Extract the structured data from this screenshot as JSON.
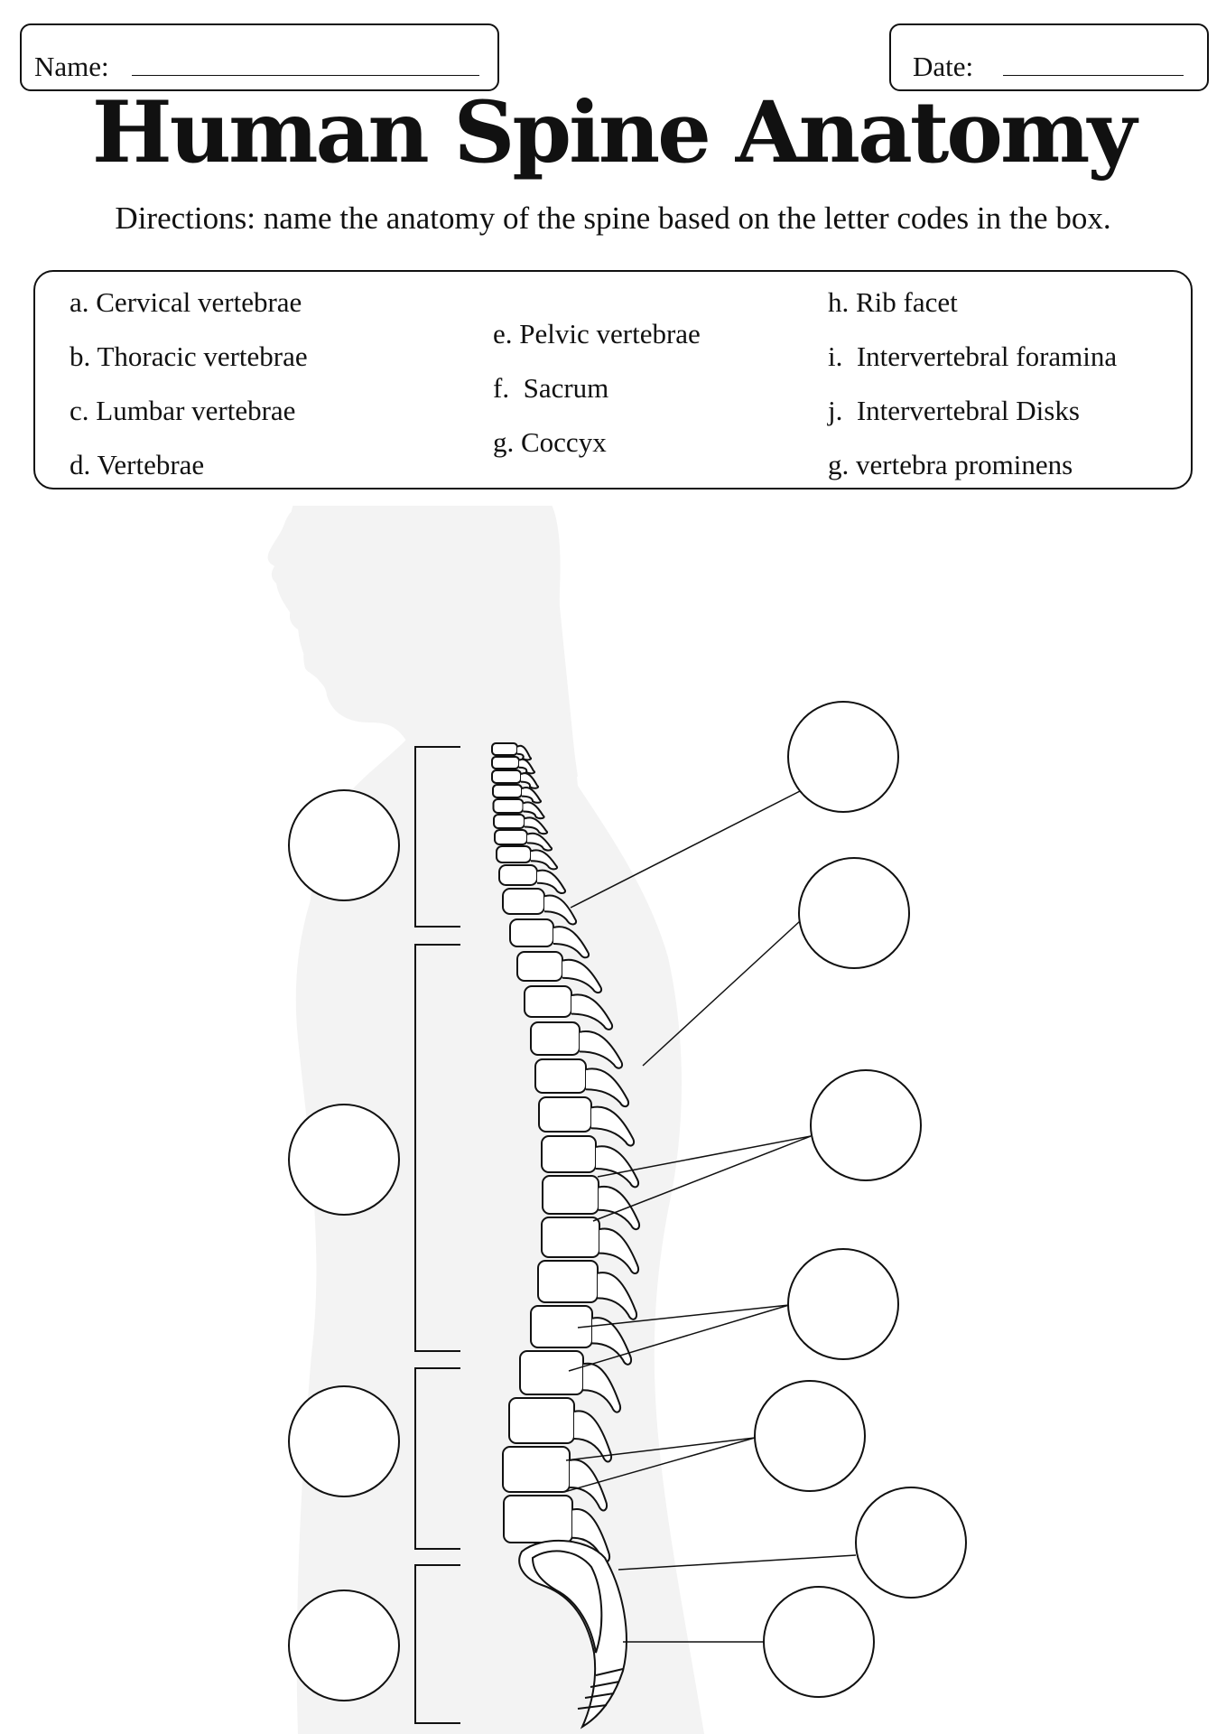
{
  "header": {
    "name_label": "Name:",
    "date_label": "Date:"
  },
  "title": "Human Spine Anatomy",
  "directions": "Directions: name the anatomy of the spine based on the letter codes in the box.",
  "word_bank": {
    "col1": [
      "a. Cervical vertebrae",
      "b. Thoracic vertebrae",
      "c. Lumbar vertebrae",
      "d. Vertebrae"
    ],
    "col2": [
      "e. Pelvic vertebrae",
      "f.  Sacrum",
      "g. Coccyx"
    ],
    "col3": [
      "h. Rib facet",
      "i.  Intervertebral foramina",
      "j.  Intervertebral Disks",
      "g. vertebra prominens"
    ]
  },
  "diagram": {
    "silhouette_color": "#f3f3f3",
    "line_color": "#111111",
    "answer_circle_count": 11
  }
}
